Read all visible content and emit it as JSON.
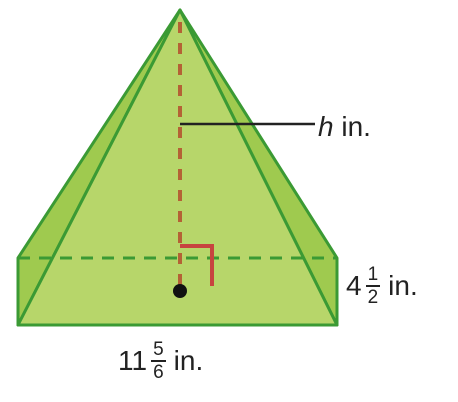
{
  "labels": {
    "height_var": "h",
    "height_unit": "in.",
    "depth_whole": "4",
    "depth_num": "1",
    "depth_den": "2",
    "depth_unit": "in.",
    "base_whole": "11",
    "base_num": "5",
    "base_den": "6",
    "base_unit": "in."
  },
  "colors": {
    "prism_fill": "#b7d66a",
    "prism_side_fill": "#9fca4f",
    "edge": "#3b9a34",
    "height_line": "#b46235",
    "right_angle": "#c7443f",
    "leader_line": "#222222"
  }
}
